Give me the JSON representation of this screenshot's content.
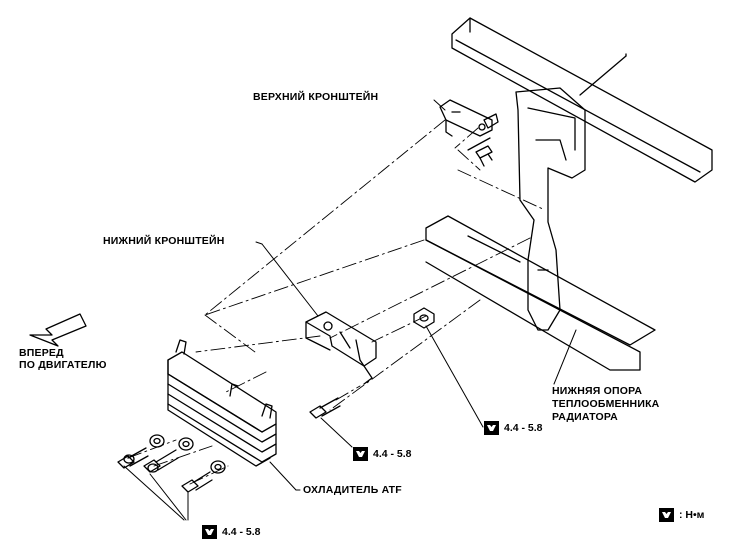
{
  "labels": {
    "upper_bracket": "ВЕРХНИЙ КРОНШТЕЙН",
    "lower_bracket": "НИЖНИЙ КРОНШТЕЙН",
    "forward_line1": "ВПЕРЕД",
    "forward_line2": "ПО ДВИГАТЕЛЮ",
    "lower_support_line1": "НИЖНЯЯ ОПОРА",
    "lower_support_line2": "ТЕПЛООБМЕННИКА",
    "lower_support_line3": "РАДИАТОРА",
    "cooler": "ОХЛАДИТЕЛЬ ATF"
  },
  "torque": {
    "nut_right": "4.4 - 5.8",
    "bolt_mid": "4.4 - 5.8",
    "bolts_left": "4.4 - 5.8"
  },
  "legend": {
    "text": ": Н•м",
    "icon": "torque-wrench-icon"
  }
}
